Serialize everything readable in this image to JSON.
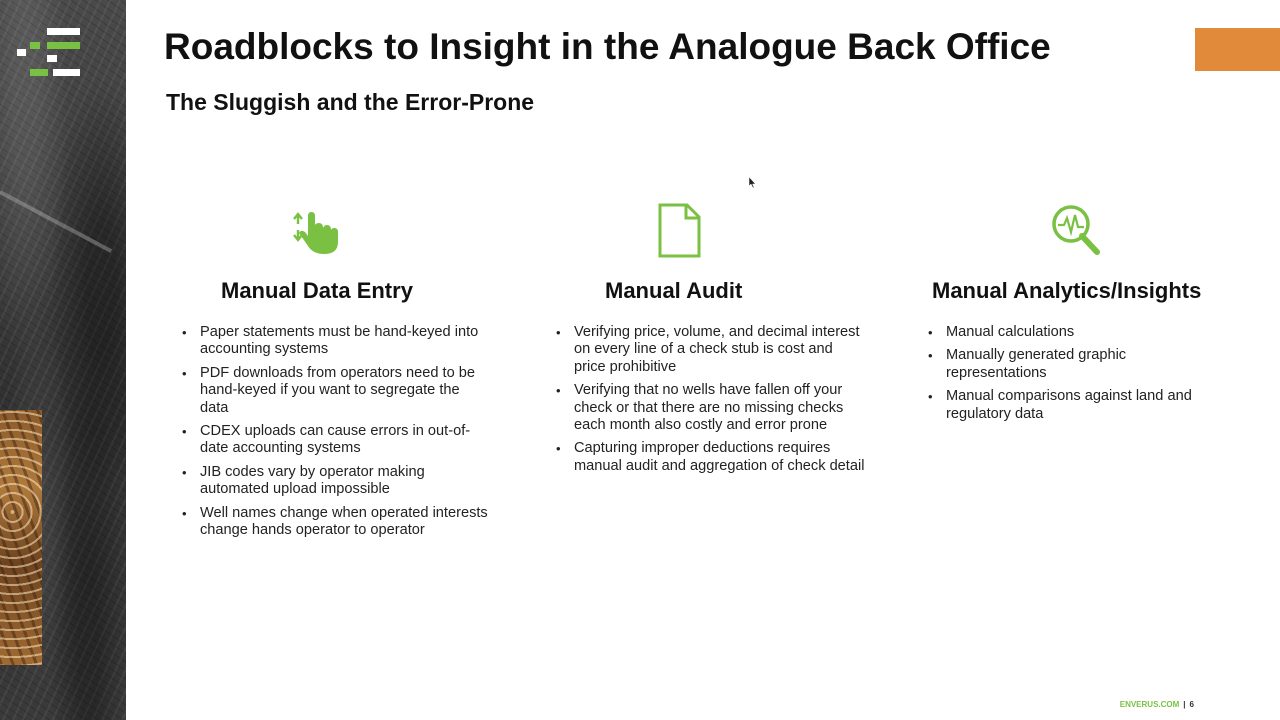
{
  "slide": {
    "title": "Roadblocks to Insight in the Analogue Back Office",
    "subtitle": "The Sluggish and the Error-Prone"
  },
  "colors": {
    "brand_green": "#7ac143",
    "accent_orange": "#e08a3a",
    "text": "#111111"
  },
  "columns": [
    {
      "icon": "hand-pointer-icon",
      "heading": "Manual Data Entry",
      "bullets": [
        "Paper statements must be hand-keyed into accounting systems",
        "PDF downloads from operators need to be hand-keyed if you want to segregate the data",
        "CDEX uploads can cause errors in out-of-date accounting systems",
        "JIB codes vary by operator making automated upload impossible",
        "Well names change when operated interests change hands operator to operator"
      ]
    },
    {
      "icon": "document-icon",
      "heading": "Manual Audit",
      "bullets": [
        "Verifying price, volume, and decimal interest on every line of a check stub is cost and price prohibitive",
        "Verifying that no wells have fallen off your check or that there are no missing checks each month also costly and error prone",
        "Capturing improper deductions requires manual audit and aggregation of check detail"
      ]
    },
    {
      "icon": "analytics-magnifier-icon",
      "heading": "Manual Analytics/Insights",
      "bullets": [
        "Manual calculations",
        "Manually generated graphic representations",
        "Manual comparisons against land and regulatory data"
      ]
    }
  ],
  "footer": {
    "site": "ENVERUS.COM",
    "separator": "|",
    "page_number": "6"
  }
}
